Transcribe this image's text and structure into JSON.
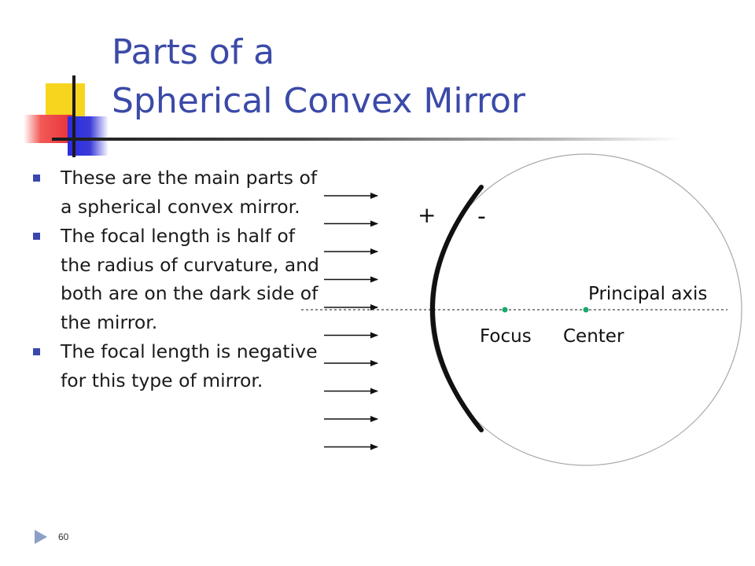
{
  "slide": {
    "title_line1": "Parts of a",
    "title_line2": "Spherical Convex Mirror",
    "bullets": [
      "These are the main parts of a spherical convex mirror.",
      "The focal length is half of the radius of curvature, and both are on the dark side of the mirror.",
      "The focal length is negative for this type of mirror."
    ],
    "page_number": "60"
  },
  "diagram": {
    "plus_label": "+",
    "minus_label": "-",
    "principal_axis_label": "Principal axis",
    "focus_label": "Focus",
    "center_label": "Center",
    "incoming_ray_count": 10,
    "colors": {
      "title": "#3b4aa8",
      "bullet": "#3a47b0",
      "point_marker": "#1aa86e",
      "mirror": "#111111"
    }
  }
}
